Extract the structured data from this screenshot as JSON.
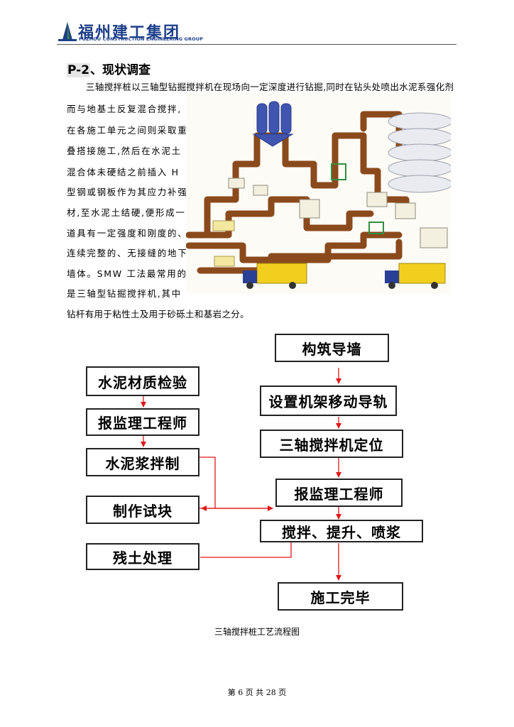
{
  "header": {
    "company_cn": "福州建工集团",
    "company_en": "FUZHOU CONSTRUCTION ENGINEERING GROUP",
    "brand_color": "#1d3f8a"
  },
  "section": {
    "heading_prefix": "P-2",
    "heading_text": "、现状调查"
  },
  "paragraph": {
    "lines": [
      "三轴搅拌桩以三轴型钻掘搅拌机在现场向一定深度进行钻掘,同时在钻头处喷出水泥系强化剂",
      "而与地基土反复混合搅拌,",
      "在各施工单元之间则采取重",
      "叠搭接施工,然后在水泥土",
      "混合体未硬结之前插入 H",
      "型钢或钢板作为其应力补强",
      "材,至水泥土结硬,便形成一",
      "道具有一定强度和刚度的、",
      "连续完整的、无接缝的地下",
      "墙体。SMW 工法最常用的",
      "是三轴型钻掘搅拌机,其中",
      "钻杆有用于粘性土及用于砂砾土和基岩之分。"
    ]
  },
  "illustration": {
    "belt_color": "#8b4a1c",
    "truck_color": "#f2cf1d",
    "cab_color": "#2a3f96"
  },
  "flowchart": {
    "left": [
      "水泥材质检验",
      "报监理工程师",
      "水泥浆拌制",
      "制作试块",
      "残土处理"
    ],
    "right": [
      "构筑导墙",
      "设置机架移动导轨",
      "三轴搅拌机定位",
      "报监理工程师",
      "搅拌、提升、喷浆",
      "施工完毕"
    ],
    "arrow_color": "#e01818",
    "connector_color": "#e01818"
  },
  "caption": "三轴搅拌桩工艺流程图",
  "footer": "第 6 页 共 28 页"
}
